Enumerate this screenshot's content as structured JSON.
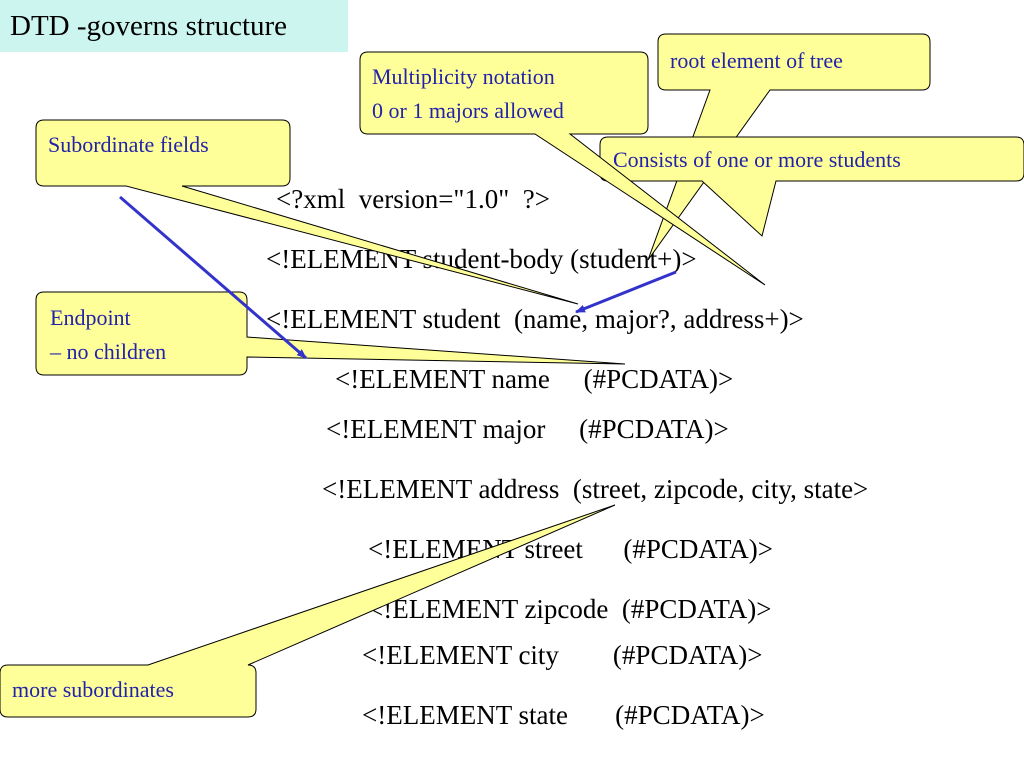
{
  "title": "DTD -governs structure",
  "code_lines": [
    "<?xml  version=\"1.0\"  ?>",
    "<!ELEMENT student-body (student+)>",
    "<!ELEMENT student  (name, major?, address+)>",
    "<!ELEMENT name     (#PCDATA)>",
    "<!ELEMENT major     (#PCDATA)>",
    "<!ELEMENT address  (street, zipcode, city, state>",
    "<!ELEMENT street      (#PCDATA)>",
    "<!ELEMENT zipcode  (#PCDATA)>",
    "<!ELEMENT city        (#PCDATA)>",
    "<!ELEMENT state       (#PCDATA)>"
  ],
  "callouts": {
    "root": "root element of tree",
    "multiplicity": "Multiplicity notation\n0 or 1 majors allowed",
    "consists": "Consists of one or more students",
    "subordinate": "Subordinate fields",
    "endpoint": "Endpoint\n– no children",
    "more": "more subordinates"
  },
  "colors": {
    "title_bg": "#ccf5f0",
    "callout_fill": "#ffff99",
    "callout_text": "#2222aa",
    "arrow": "#3333cc"
  }
}
